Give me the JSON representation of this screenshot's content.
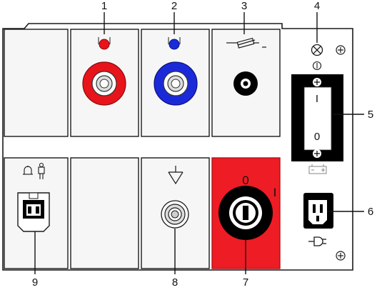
{
  "callouts": [
    {
      "number": "1"
    },
    {
      "number": "2"
    },
    {
      "number": "3"
    },
    {
      "number": "4"
    },
    {
      "number": "5"
    },
    {
      "number": "6"
    },
    {
      "number": "7"
    },
    {
      "number": "8"
    },
    {
      "number": "9"
    }
  ],
  "rocker_switch": {
    "on_label": "I",
    "off_label": "0"
  },
  "key_switch": {
    "off_label": "0",
    "on_label": "I"
  },
  "colors": {
    "outline": "#1a1a1a",
    "panel_fill": "#f6f6f6",
    "socket_red": "#e8141b",
    "socket_blue": "#1b2ad8",
    "key_panel_red": "#ee1c24",
    "black": "#000000"
  },
  "icons": {
    "fuse_symbol": "fuse-icon",
    "indicator_lamp": "lamp-icon",
    "standby_symbol": "standby-icon",
    "battery_symbol": "battery-icon",
    "mains_plug_symbol": "mains-plug-icon",
    "equipotential_symbol": "equipotential-icon",
    "foot_switch_symbol": "foot-switch-icon"
  }
}
